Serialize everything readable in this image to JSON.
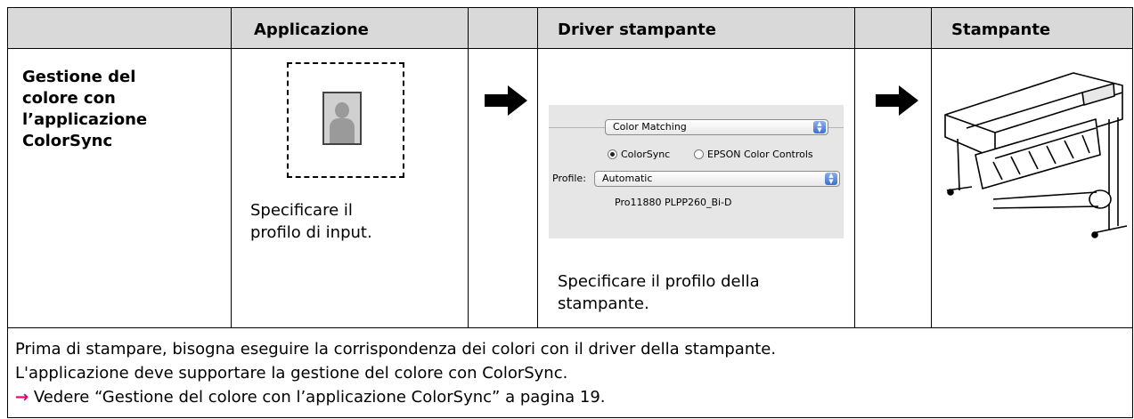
{
  "header": {
    "application": "Applicazione",
    "printer_driver": "Driver stampante",
    "printer": "Stampante"
  },
  "row": {
    "label_lines": [
      "Gestione del",
      "colore con",
      "l’applicazione",
      "ColorSync"
    ],
    "application_caption_lines": [
      "Specificare il",
      "profilo di input."
    ],
    "driver_caption_lines": [
      "Specificare il profilo della",
      "stampante."
    ]
  },
  "dialog": {
    "section_popup": "Color Matching",
    "radio_colorsync": "ColorSync",
    "radio_epson": "EPSON Color Controls",
    "colorsync_selected": true,
    "profile_label": "Profile:",
    "profile_value": "Automatic",
    "profile_name": "Pro11880 PLPP260_Bi-D"
  },
  "footer": {
    "line1": "Prima di stampare, bisogna eseguire la corrispondenza dei colori con il driver della stampante.",
    "line2": "L'applicazione deve supportare la gestione del colore con ColorSync.",
    "link_arrow": "→",
    "link_text": " Vedere “Gestione del colore con l’applicazione ColorSync” a pagina 19."
  },
  "colors": {
    "header_bg": "#d9d9d9",
    "link_arrow": "#e5006e",
    "dialog_bg": "#e6e6e6"
  },
  "icons": {
    "document": "document-portrait-icon",
    "arrow": "arrow-right-icon",
    "printer": "large-format-printer-icon"
  }
}
